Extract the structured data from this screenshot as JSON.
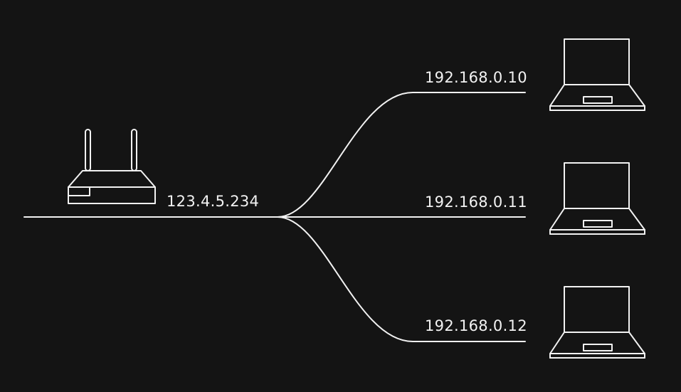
{
  "router": {
    "icon": "router-icon",
    "ip": "123.4.5.234"
  },
  "devices": [
    {
      "icon": "laptop-icon",
      "ip": "192.168.0.10"
    },
    {
      "icon": "laptop-icon",
      "ip": "192.168.0.11"
    },
    {
      "icon": "laptop-icon",
      "ip": "192.168.0.12"
    }
  ],
  "colors": {
    "background": "#141414",
    "foreground": "#f2f2f2"
  }
}
